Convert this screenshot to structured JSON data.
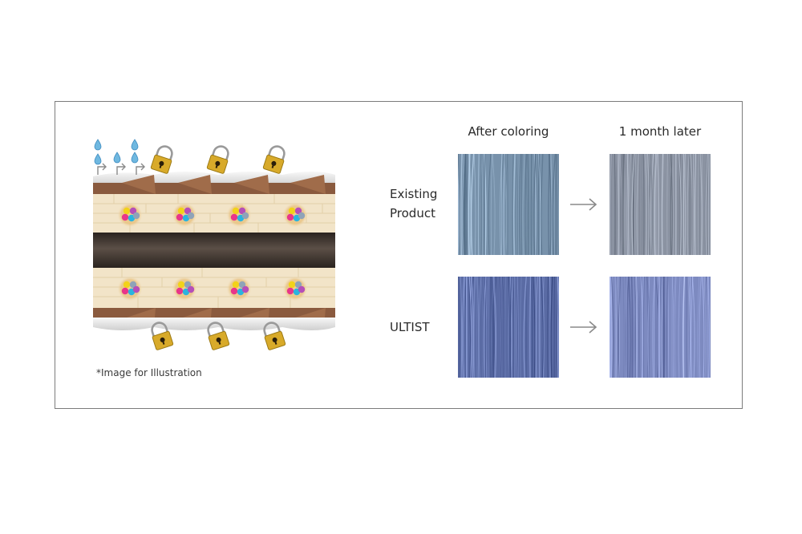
{
  "columns": {
    "after": "After coloring",
    "later": "1 month later"
  },
  "rows": {
    "existing": {
      "line1": "Existing",
      "line2": "Product"
    },
    "ultist": {
      "label": "ULTIST"
    }
  },
  "caption": "*Image for Illustration",
  "colors": {
    "frame": "#7c7c7c",
    "existing_after": "#7892ab",
    "existing_later": "#8b93a2",
    "ultist_after": "#5a6ba4",
    "ultist_later": "#7d8ac0",
    "arrow": "#8a8a8a",
    "cuticle_brown": "#8a5a3e",
    "core_dark": "#3e3630",
    "cortex_cream": "#f2e4c8",
    "lock_gold": "#d8aa2a"
  },
  "icons": [
    "water-drop-icon",
    "lock-icon",
    "dye-molecule-icon",
    "arrow-right-icon"
  ]
}
